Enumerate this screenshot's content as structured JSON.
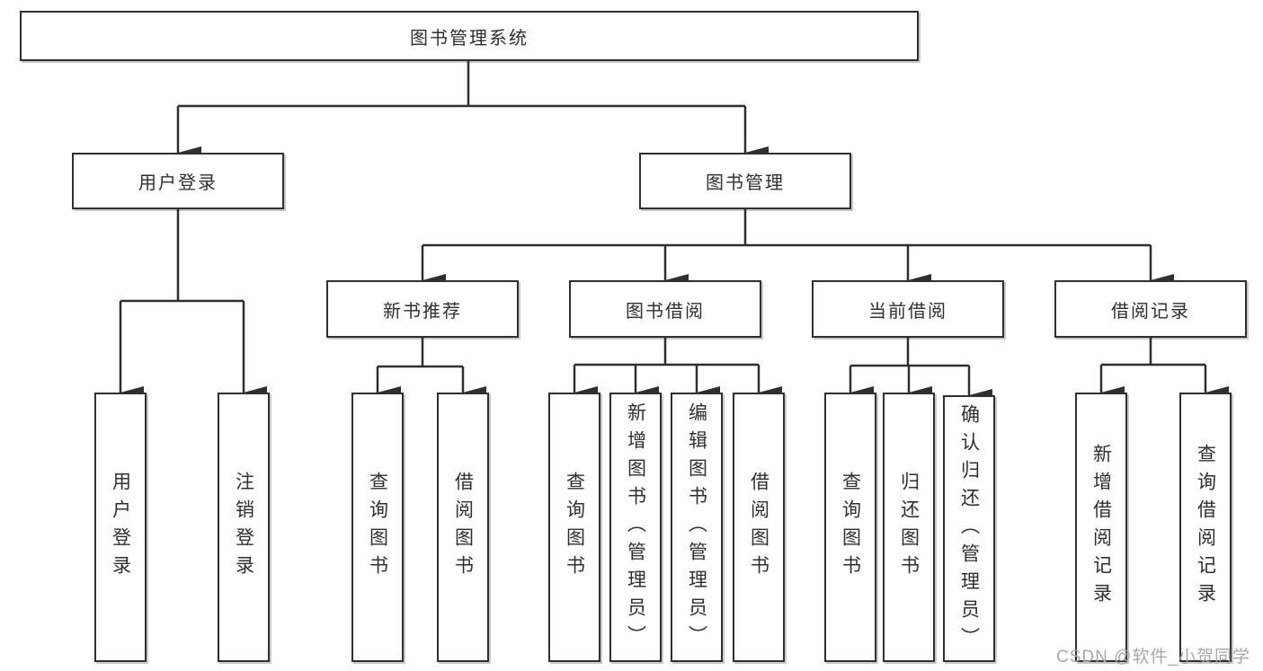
{
  "diagram": {
    "title": "图书管理系统",
    "colors": {
      "line": "#2f2f2f",
      "border": "#2f2f2f",
      "box_fill": "#ffffff",
      "text": "#2f2f2f",
      "watermark": "#a8a8a8"
    },
    "root": {
      "label": "图书管理系统"
    },
    "level2": [
      {
        "label": "用户登录"
      },
      {
        "label": "图书管理"
      }
    ],
    "level3": [
      {
        "label": "新书推荐"
      },
      {
        "label": "图书借阅"
      },
      {
        "label": "当前借阅"
      },
      {
        "label": "借阅记录"
      }
    ],
    "leaves": [
      {
        "label": "用户登录"
      },
      {
        "label": "注销登录"
      },
      {
        "label": "查询图书"
      },
      {
        "label": "借阅图书"
      },
      {
        "label": "查询图书"
      },
      {
        "label": "新增图书（管理员）"
      },
      {
        "label": "编辑图书（管理员）"
      },
      {
        "label": "借阅图书"
      },
      {
        "label": "查询图书"
      },
      {
        "label": "归还图书"
      },
      {
        "label": "确认归还（管理员）"
      },
      {
        "label": "新增借阅记录"
      },
      {
        "label": "查询借阅记录"
      }
    ],
    "watermark": "CSDN @软件_小贺同学"
  }
}
